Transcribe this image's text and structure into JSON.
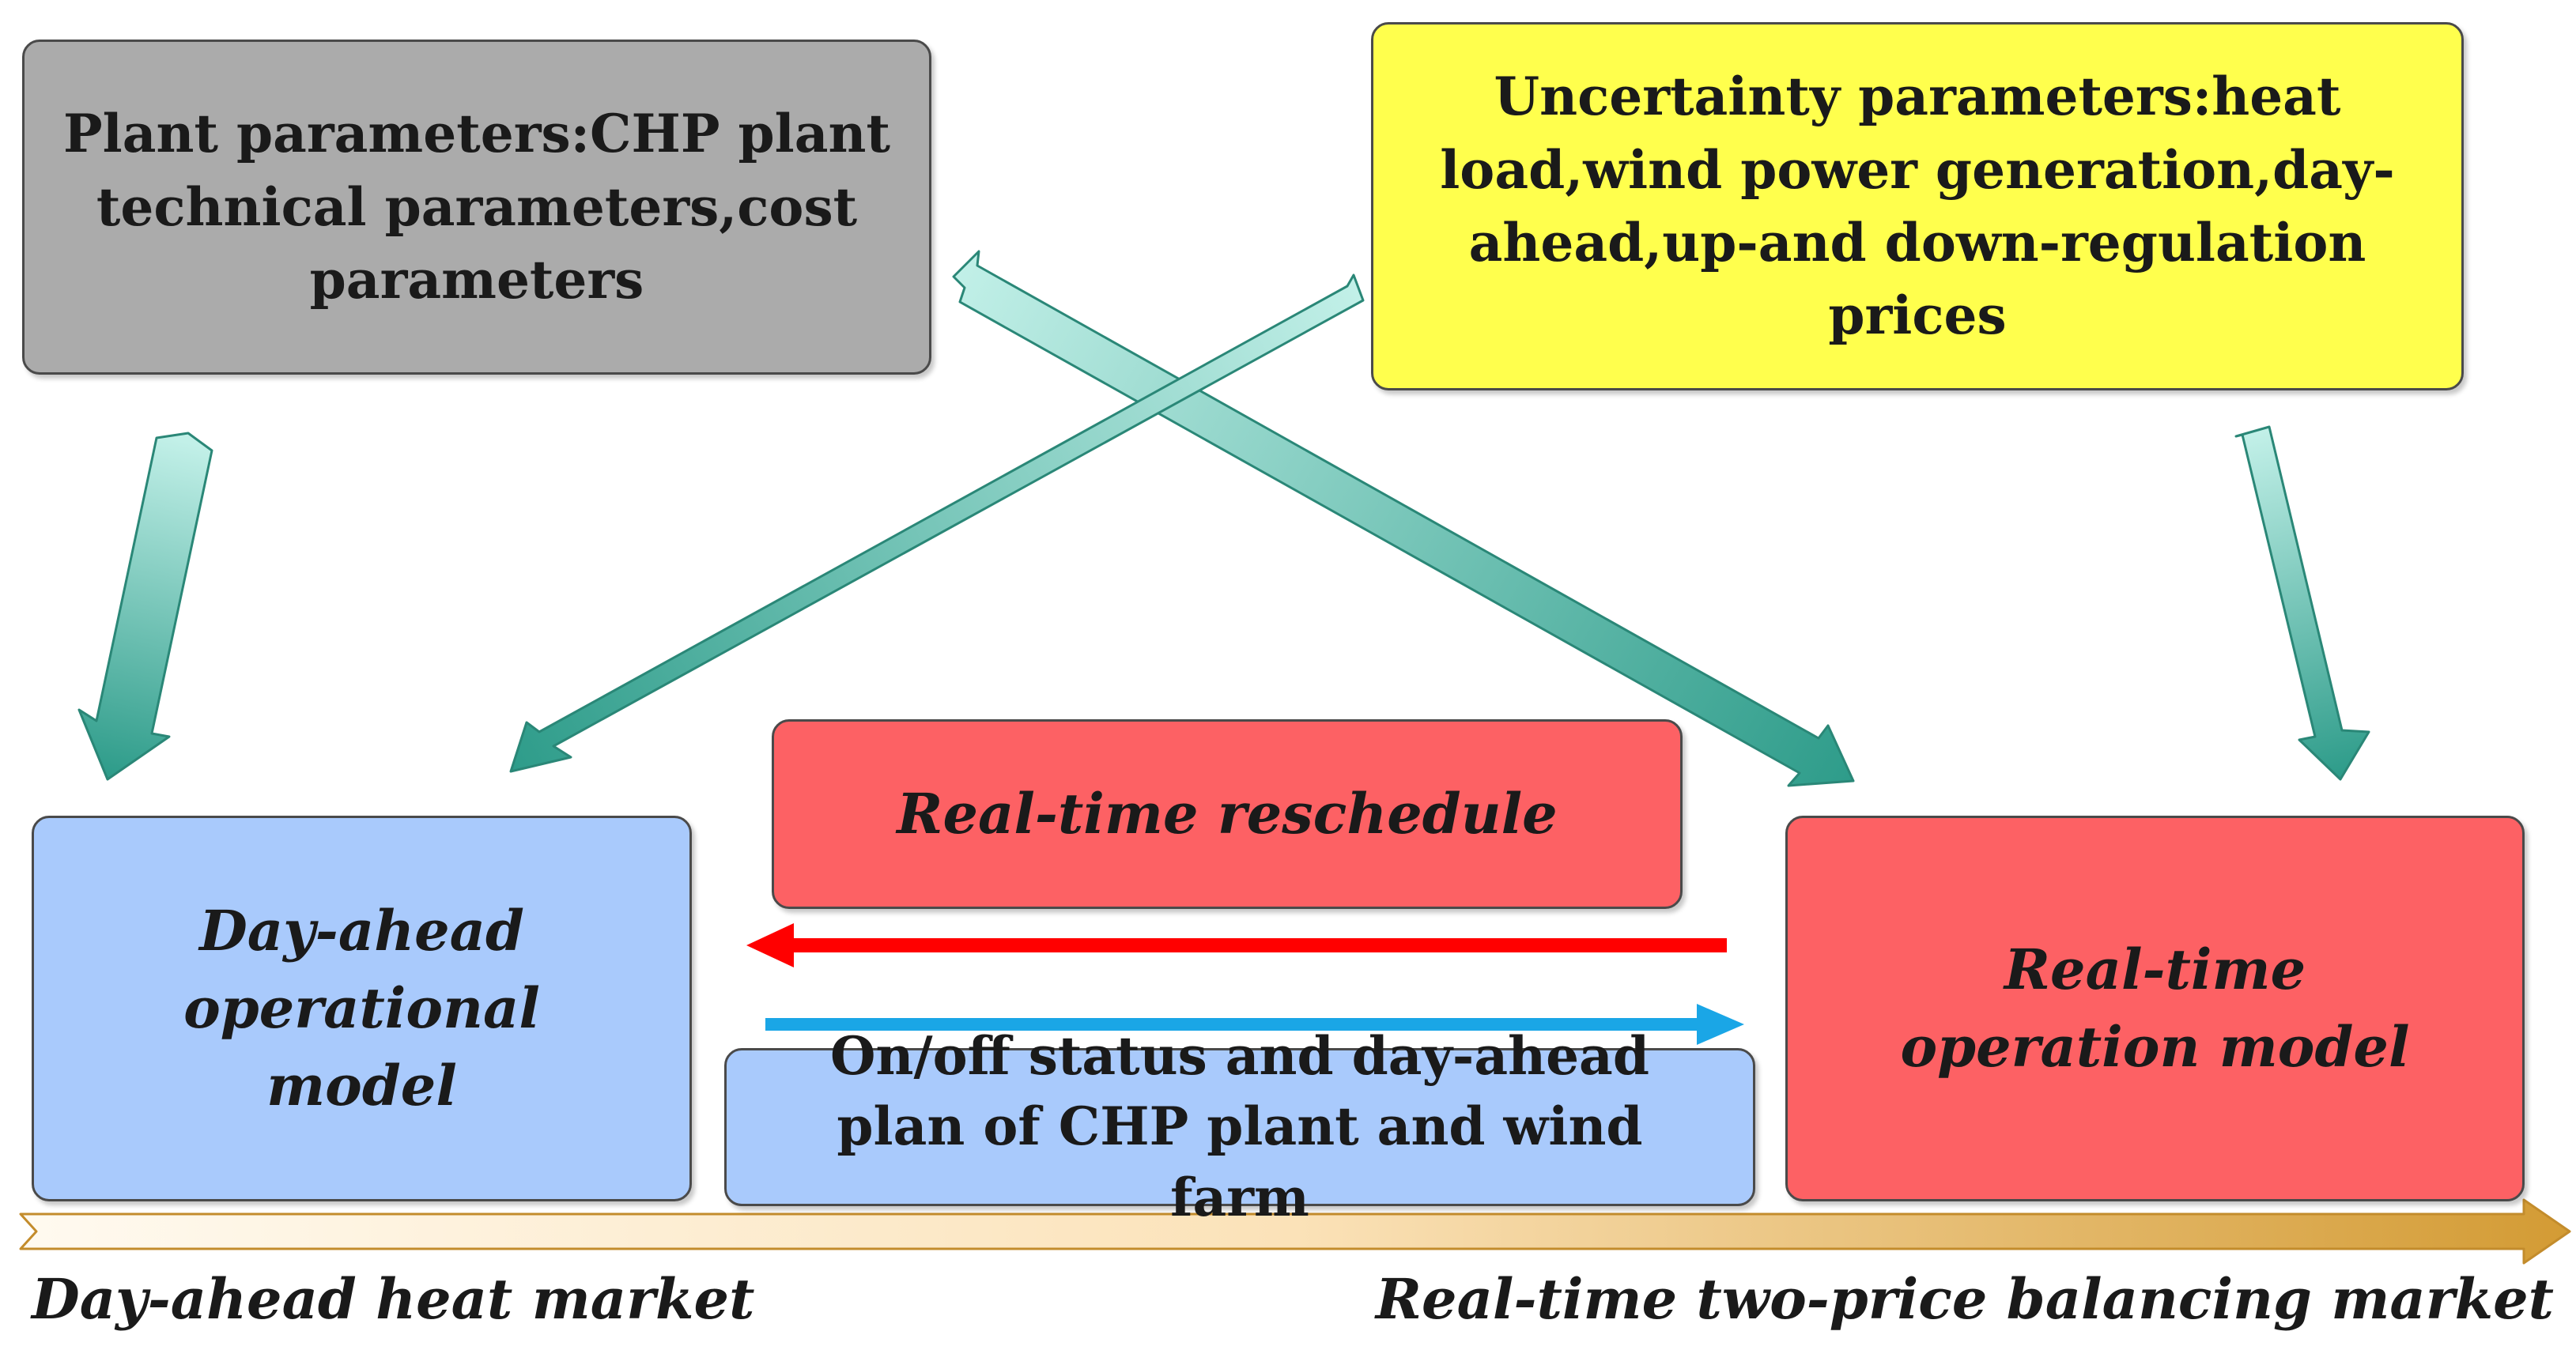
{
  "plant_params": {
    "text": "Plant parameters:CHP plant technical parameters,cost parameters"
  },
  "uncertainty_params": {
    "text": "Uncertainty parameters:heat load,wind power generation,day-ahead,up-and down-regulation prices"
  },
  "day_ahead_model": {
    "text": "Day-ahead operational model"
  },
  "real_time_model": {
    "text": "Real-time operation model"
  },
  "reschedule": {
    "text": "Real-time reschedule"
  },
  "onoff_plan": {
    "text": "On/off status and day-ahead plan of CHP plant and wind farm"
  },
  "timeline": {
    "left_label": "Day-ahead heat market",
    "right_label": "Real-time two-price balancing market"
  },
  "colors": {
    "plant_box": "#ababab",
    "uncertainty_box": "#ffff4d",
    "model_blue": "#a9cafc",
    "model_red": "#fd6164",
    "arrow_teal_light": "#b8ece4",
    "arrow_teal_dark": "#2f9e8c",
    "feedback_arrow_red": "#ff0000",
    "forward_arrow_blue": "#1aa6e6",
    "timeline_light": "#fff8e8",
    "timeline_dark": "#d9a035"
  }
}
